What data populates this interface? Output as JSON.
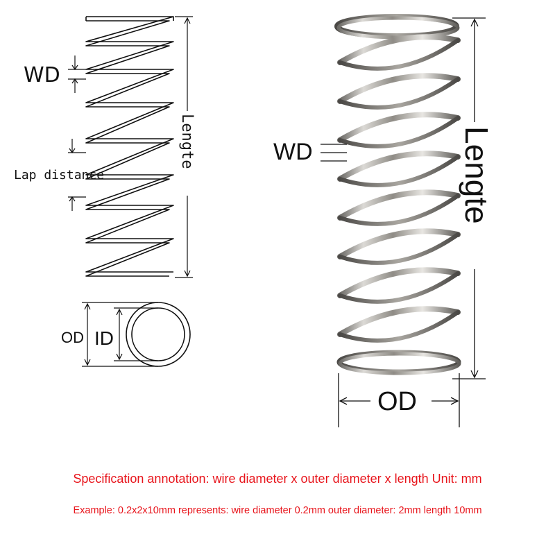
{
  "diagram": {
    "labels": {
      "wire_diameter": "WD",
      "lap_distance": "Lap distance",
      "length": "Lengte",
      "outer_diameter": "OD",
      "inner_diameter": "ID"
    },
    "spec_line": "Specification annotation: wire diameter x outer diameter x length Unit: mm",
    "example_line": "Example: 0.2x2x10mm represents: wire diameter 0.2mm outer diameter: 2mm length 10mm"
  },
  "colors": {
    "line": "#111111",
    "spec_text": "#e8141b",
    "spring_metal": "#b8b4ad"
  }
}
